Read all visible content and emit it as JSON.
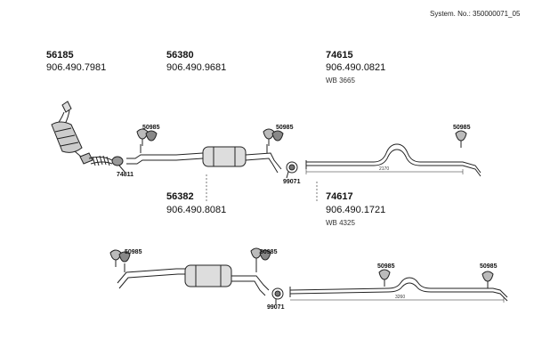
{
  "header": {
    "system_no": "System. No.: 350000071_05"
  },
  "groups": [
    {
      "id": "56185",
      "ref": "906.490.7981"
    },
    {
      "id": "56380",
      "ref": "906.490.9681"
    },
    {
      "id": "74615",
      "ref": "906.490.0821",
      "wb": "WB 3665"
    },
    {
      "id": "56382",
      "ref": "906.490.8081"
    },
    {
      "id": "74617",
      "ref": "906.490.1721",
      "wb": "WB 4325"
    }
  ],
  "callouts": {
    "c50985": "50985",
    "c74811": "74811",
    "c99071": "99071"
  },
  "dimensions": {
    "d1": "2170",
    "d2": "3260"
  },
  "colors": {
    "line": "#222222",
    "shade": "#bbbbbb",
    "dark": "#555555"
  }
}
